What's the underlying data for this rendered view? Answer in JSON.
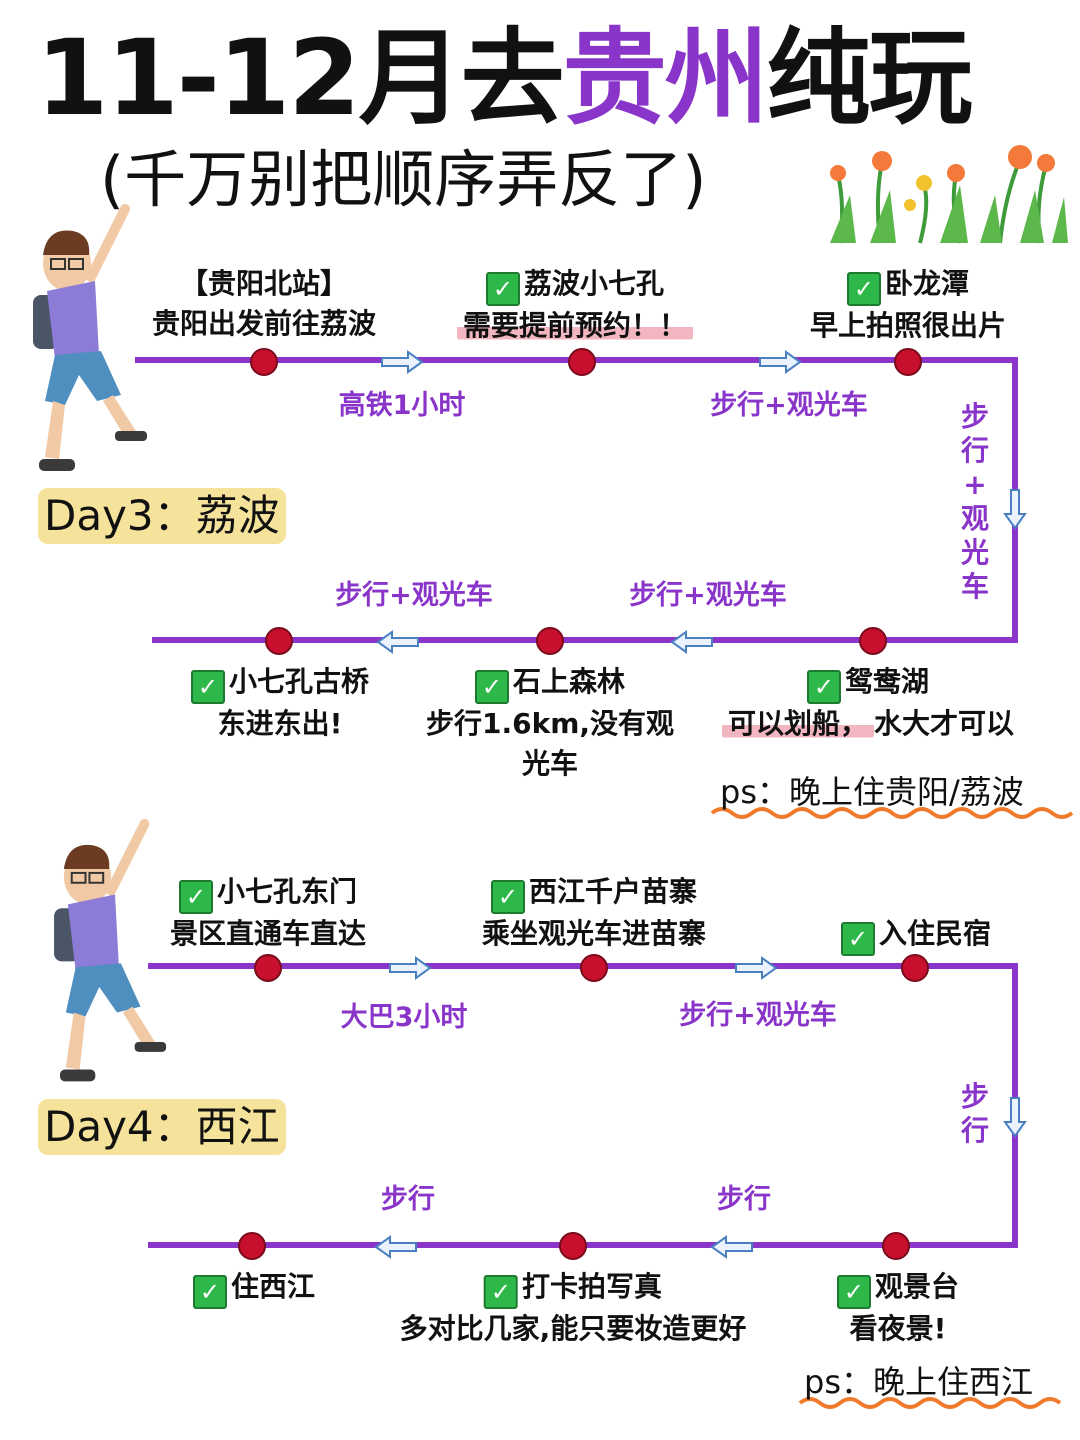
{
  "title": {
    "main": "11-12月去",
    "highlight": "贵州",
    "end": "纯玩"
  },
  "subtitle": "(千万别把顺序弄反了)",
  "colors": {
    "accent": "#8a35c9",
    "node": "#c8102e",
    "badge": "#f6e39b",
    "check": "#2fb84a"
  },
  "day3": {
    "badge": "Day3：荔波",
    "stops": [
      {
        "line1": "【贵阳北站】",
        "line2": "贵阳出发前往荔波"
      },
      {
        "line1": "荔波小七孔",
        "line2": "需要提前预约！！"
      },
      {
        "line1": "卧龙潭",
        "line2": "早上拍照很出片"
      },
      {
        "line1": "鸳鸯湖",
        "line2a": "可以划船，",
        "line2b": "水大才可以"
      },
      {
        "line1": "石上森林",
        "line2": "步行1.6km,没有观",
        "line3": "光车"
      },
      {
        "line1": "小七孔古桥",
        "line2": "东进东出!"
      }
    ],
    "transports": [
      "高铁1小时",
      "步行+观光车",
      "步行+观光车",
      "步行+观光车"
    ],
    "vertical": [
      "步",
      "行",
      "+",
      "观",
      "光",
      "车"
    ],
    "ps": "ps：晚上住贵阳/荔波"
  },
  "day4": {
    "badge": "Day4：西江",
    "stops": [
      {
        "line1": "小七孔东门",
        "line2": "景区直通车直达"
      },
      {
        "line1": "西江千户苗寨",
        "line2": "乘坐观光车进苗寨"
      },
      {
        "line1": "入住民宿"
      },
      {
        "line1": "观景台",
        "line2": "看夜景!"
      },
      {
        "line1": "打卡拍写真",
        "line2": "多对比几家,能只要妆造更好"
      },
      {
        "line1": "住西江"
      }
    ],
    "transports": [
      "大巴3小时",
      "步行+观光车",
      "步行",
      "步行"
    ],
    "vertical": [
      "步",
      "行"
    ],
    "ps": "ps：晚上住西江"
  },
  "icons": [
    "check-icon",
    "arrow-right-icon",
    "arrow-left-icon",
    "arrow-down-icon",
    "hiker-illustration",
    "flowers-illustration"
  ]
}
